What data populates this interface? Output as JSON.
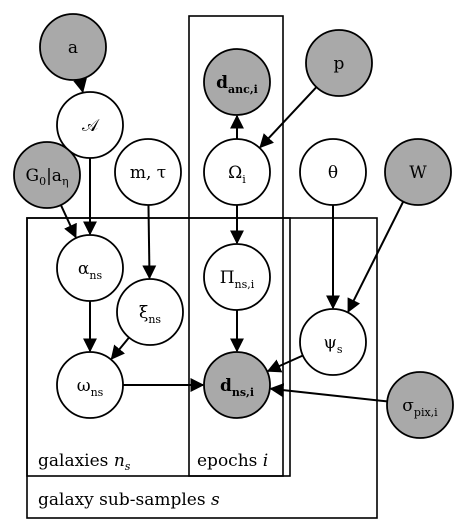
{
  "colors": {
    "observed_fill": "#a9a9a9",
    "latent_fill": "#ffffff",
    "line": "#000000"
  },
  "plates": [
    {
      "id": "galaxies",
      "label": "galaxies n_s"
    },
    {
      "id": "epochs",
      "label": "epochs i"
    },
    {
      "id": "subsamples",
      "label": "galaxy sub-samples s"
    }
  ],
  "nodes": [
    {
      "id": "a",
      "label": "a",
      "observed": true
    },
    {
      "id": "A",
      "label": "𝒜",
      "observed": false
    },
    {
      "id": "G0",
      "label": "G0|aη",
      "observed": true
    },
    {
      "id": "mtau",
      "label": "m, τ",
      "observed": false
    },
    {
      "id": "alpha",
      "label": "α ns",
      "observed": false
    },
    {
      "id": "xi",
      "label": "ξ ns",
      "observed": false
    },
    {
      "id": "omega",
      "label": "ω ns",
      "observed": false
    },
    {
      "id": "danc",
      "label": "d anc,i",
      "observed": true
    },
    {
      "id": "p",
      "label": "p",
      "observed": true
    },
    {
      "id": "Omega",
      "label": "Ω i",
      "observed": false
    },
    {
      "id": "Pi",
      "label": "Π ns,i",
      "observed": false
    },
    {
      "id": "dnsi",
      "label": "d ns,i",
      "observed": true
    },
    {
      "id": "theta",
      "label": "θ",
      "observed": false
    },
    {
      "id": "W",
      "label": "W",
      "observed": true
    },
    {
      "id": "psi",
      "label": "ψ s",
      "observed": false
    },
    {
      "id": "sigma",
      "label": "σ pix,i",
      "observed": true
    }
  ],
  "edges": [
    [
      "a",
      "A"
    ],
    [
      "A",
      "alpha"
    ],
    [
      "G0",
      "alpha"
    ],
    [
      "mtau",
      "xi"
    ],
    [
      "alpha",
      "omega"
    ],
    [
      "xi",
      "omega"
    ],
    [
      "omega",
      "dnsi"
    ],
    [
      "Omega",
      "danc"
    ],
    [
      "p",
      "Omega"
    ],
    [
      "Omega",
      "Pi"
    ],
    [
      "Pi",
      "dnsi"
    ],
    [
      "theta",
      "psi"
    ],
    [
      "W",
      "psi"
    ],
    [
      "psi",
      "dnsi"
    ],
    [
      "sigma",
      "dnsi"
    ]
  ]
}
